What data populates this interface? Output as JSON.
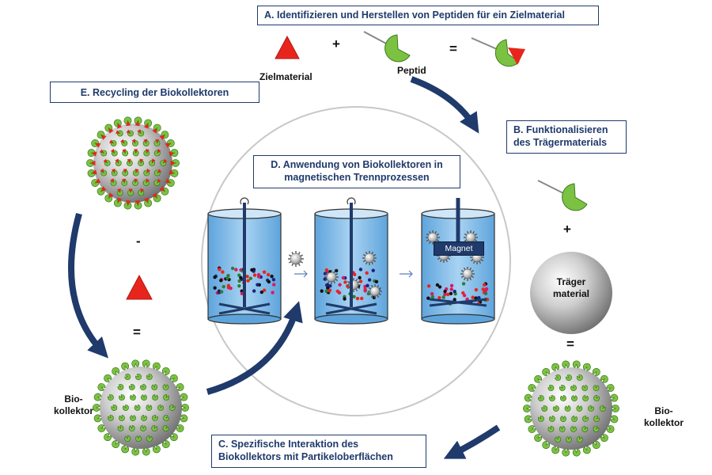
{
  "boxes": {
    "a": "A. Identifizieren und Herstellen von Peptiden für ein Zielmaterial",
    "b_line1": "B. Funktionalisieren",
    "b_line2": "des Trägermaterials",
    "c_line1": "C. Spezifische Interaktion des",
    "c_line2": "Biokollektors mit Partikeloberflächen",
    "d_line1": "D. Anwendung von Biokollektoren in",
    "d_line2": "magnetischen Trennprozessen",
    "e": "E. Recycling der Biokollektoren"
  },
  "labels": {
    "zielmaterial": "Zielmaterial",
    "peptid": "Peptid",
    "traeger_line1": "Träger",
    "traeger_line2": "material",
    "biokollektor_left_1": "Bio-",
    "biokollektor_left_2": "kollektor",
    "biokollektor_right_1": "Bio-",
    "biokollektor_right_2": "kollektor",
    "magnet": "Magnet"
  },
  "symbols": {
    "plus": "+",
    "equals": "=",
    "minus": "-"
  },
  "colors": {
    "box_border": "#1f3a6b",
    "arrow": "#1f3a6b",
    "target_red": "#e8251c",
    "peptide_green": "#7cc242",
    "tank_water": "#7fb8e6",
    "sphere_gray": "#c9c9c9"
  }
}
